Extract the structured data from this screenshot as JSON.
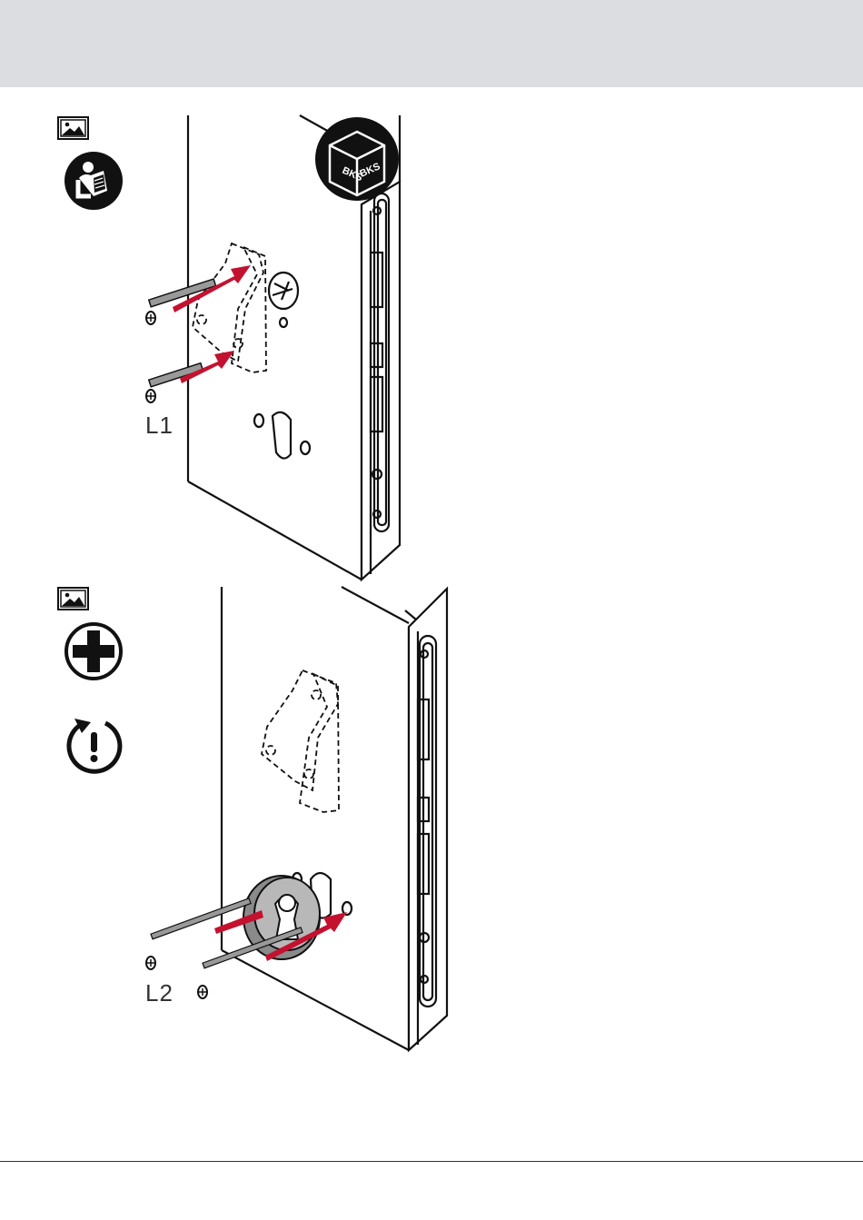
{
  "steps": [
    {
      "id": "step-1",
      "label": "L1",
      "brand": "BKS"
    },
    {
      "id": "step-2",
      "label": "L2"
    }
  ],
  "colors": {
    "arrow": "#c3122f",
    "header": "#dcdde1",
    "line": "#111111"
  },
  "icons": [
    "image-icon",
    "read-manual-icon",
    "phillips-screwdriver-icon",
    "torque-warning-icon"
  ]
}
